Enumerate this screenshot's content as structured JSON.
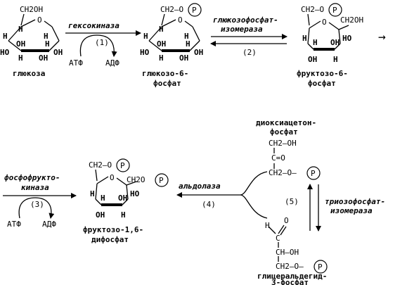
{
  "glucose": {
    "ch2oh": "CH2OH",
    "o": "O",
    "h1": "H",
    "h2": "H",
    "h3": "H",
    "oh_left": "HO",
    "oh1": "OH",
    "h4": "H",
    "oh2": "OH",
    "h5": "H",
    "oh3": "OH",
    "name": "глюкоза"
  },
  "step1": {
    "enzyme": "гексокиназа",
    "number": "(1)",
    "atp": "АТФ",
    "adp": "АДФ"
  },
  "g6p": {
    "ch2o": "CH2–O",
    "p": "P",
    "o": "O",
    "h1": "H",
    "h2": "H",
    "h3": "H",
    "oh_left": "HO",
    "oh1": "OH",
    "h4": "H",
    "oh2": "OH",
    "h5": "H",
    "oh3": "OH",
    "name_line1": "глюкозо-6-",
    "name_line2": "фосфат"
  },
  "step2": {
    "enzyme_line1": "глюкозофосфат-",
    "enzyme_line2": "изомераза",
    "number": "(2)"
  },
  "f6p": {
    "ch2o": "CH2–O",
    "p": "P",
    "o": "O",
    "ch2oh": "CH2OH",
    "h1": "H",
    "ho": "HO",
    "h2": "H",
    "oh1": "OH",
    "oh2": "OH",
    "h3": "H",
    "name_line1": "фруктозо-6-",
    "name_line2": "фосфат"
  },
  "next_arrow": "→",
  "step3": {
    "enzyme_line1": "фосфофрукто-",
    "enzyme_line2": "киназа",
    "number": "(3)",
    "atp": "АТФ",
    "adp": "АДФ"
  },
  "f16bp": {
    "ch2o": "CH2–O",
    "p1": "P",
    "o": "O",
    "ch2o_right": "CH2O",
    "p2": "P",
    "h1": "H",
    "ho": "HO",
    "h2": "H",
    "oh1": "OH",
    "oh2": "OH",
    "h3": "H",
    "name_line1": "фруктозо-1,6-",
    "name_line2": "дифосфат"
  },
  "step4": {
    "enzyme": "альдолаза",
    "number": "(4)"
  },
  "dhap": {
    "name_line1": "диоксиацетон-",
    "name_line2": "фосфат",
    "ch2oh": "CH2–OH",
    "co": "C=O",
    "ch2o": "CH2–O–",
    "p": "P"
  },
  "step5": {
    "number": "(5)",
    "enzyme_line1": "триозофосфат-",
    "enzyme_line2": "изомераза"
  },
  "gap": {
    "h": "H",
    "o": "O",
    "c": "C",
    "choh": "CH–OH",
    "ch2o": "CH2–O–",
    "p": "P",
    "name_line1": "глицеральдегид-",
    "name_line2": "3-фосфат"
  }
}
